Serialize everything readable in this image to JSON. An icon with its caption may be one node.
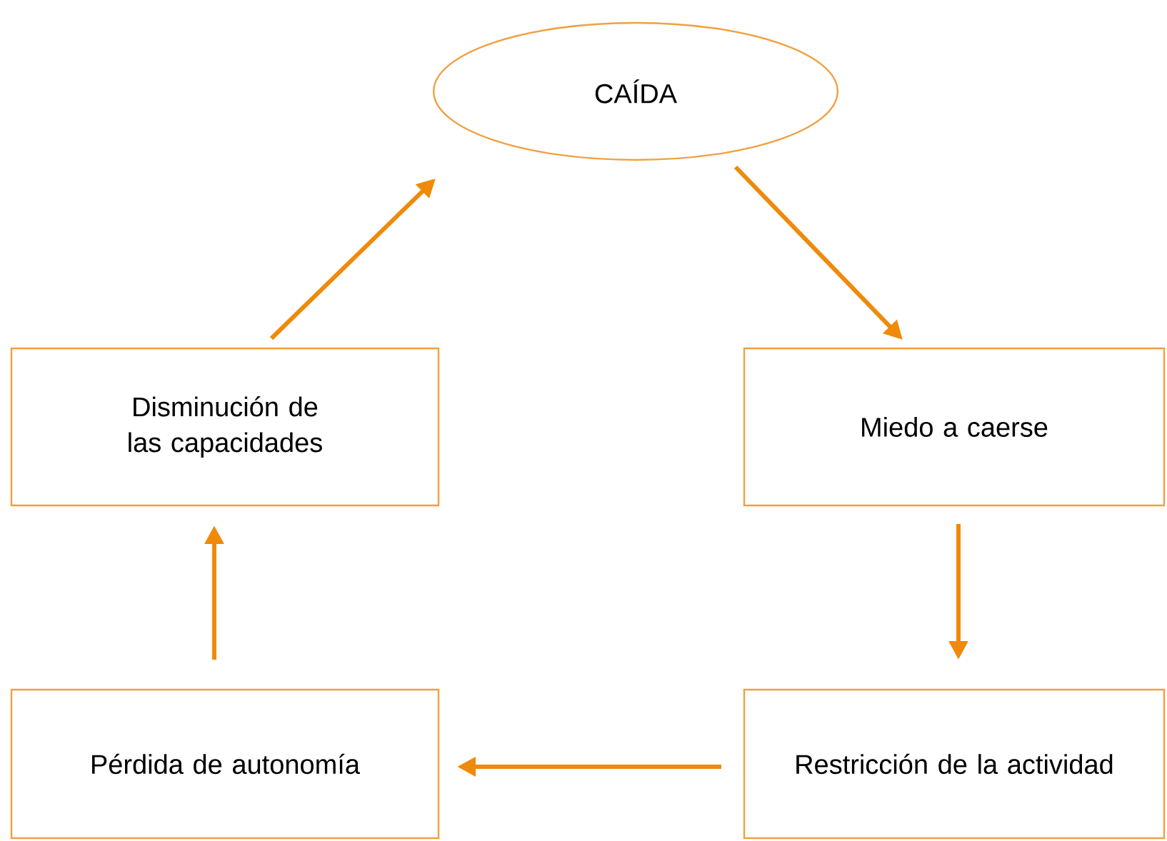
{
  "diagram": {
    "nodes": [
      {
        "text": [
          "CAÍDA"
        ]
      },
      {
        "text": [
          "Disminución de las capacidades"
        ]
      },
      {
        "text": [
          "Miedo a caerse"
        ]
      },
      {
        "text": [
          "Pérdida de autonomía"
        ]
      },
      {
        "text": [
          "Restricción de la actividad"
        ]
      }
    ],
    "edges": [
      {
        "from": 1,
        "to": 0,
        "arrow": "to"
      },
      {
        "from": 0,
        "to": 2,
        "arrow": "to"
      },
      {
        "from": 2,
        "to": 4,
        "arrow": "to"
      },
      {
        "from": 4,
        "to": 3,
        "arrow": "to"
      },
      {
        "from": 3,
        "to": 1,
        "arrow": "to"
      }
    ]
  }
}
